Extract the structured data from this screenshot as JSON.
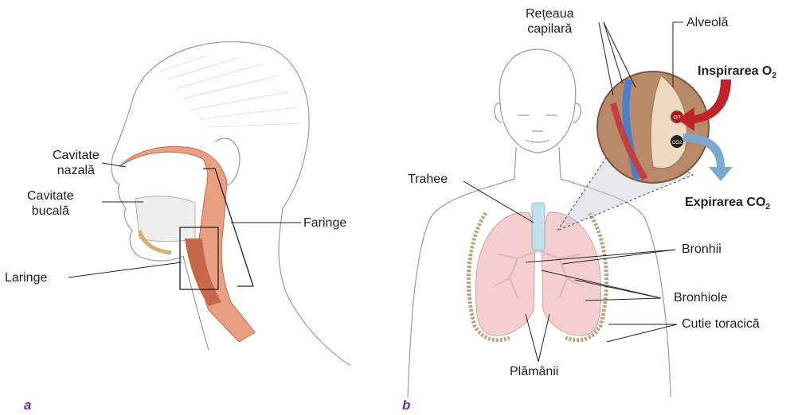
{
  "panel_a": {
    "letter": "a",
    "labels": {
      "nasal": [
        "Cavitate",
        "nazală"
      ],
      "oral": [
        "Cavitate",
        "bucală"
      ],
      "larynx": "Laringe",
      "pharynx": "Faringe"
    }
  },
  "panel_b": {
    "letter": "b",
    "labels": {
      "capillary": [
        "Rețeaua",
        "capilară"
      ],
      "alveolus": "Alveolă",
      "inspiration_main": "Inspirarea O",
      "inspiration_sub": "2",
      "expiration_main": "Expirarea CO",
      "expiration_sub": "2",
      "trachea": "Trahee",
      "bronchi": "Bronhii",
      "bronchioles": "Bronhiole",
      "ribcage": "Cutie toracică",
      "lungs": "Plămânii"
    },
    "bubble_o2": "O2",
    "bubble_co2": "CO2"
  },
  "colors": {
    "airway": "#e8a080",
    "airway_dark": "#c8684a",
    "skin_line": "#9a9a9a",
    "lung": "#f5cfcf",
    "inspiration_arrow": "#c0232b",
    "expiration_arrow": "#7fa8cf",
    "panel_letter": "#6b2f8e"
  }
}
